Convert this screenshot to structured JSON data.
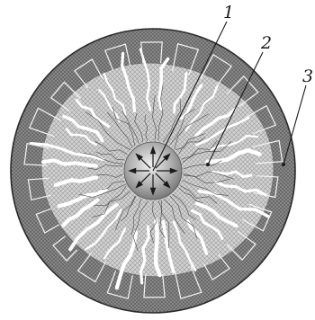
{
  "labels": [
    {
      "id": "1",
      "text": "1"
    },
    {
      "id": "2",
      "text": "2"
    },
    {
      "id": "3",
      "text": "3"
    }
  ],
  "colors": {
    "outer_zone": "#8c8c8c",
    "crushed_zone": "#c9c9c9",
    "cracks": "#ffffff",
    "charge_center": "#9a9a9a",
    "outline": "#2a2a2a",
    "background": "#ffffff"
  }
}
